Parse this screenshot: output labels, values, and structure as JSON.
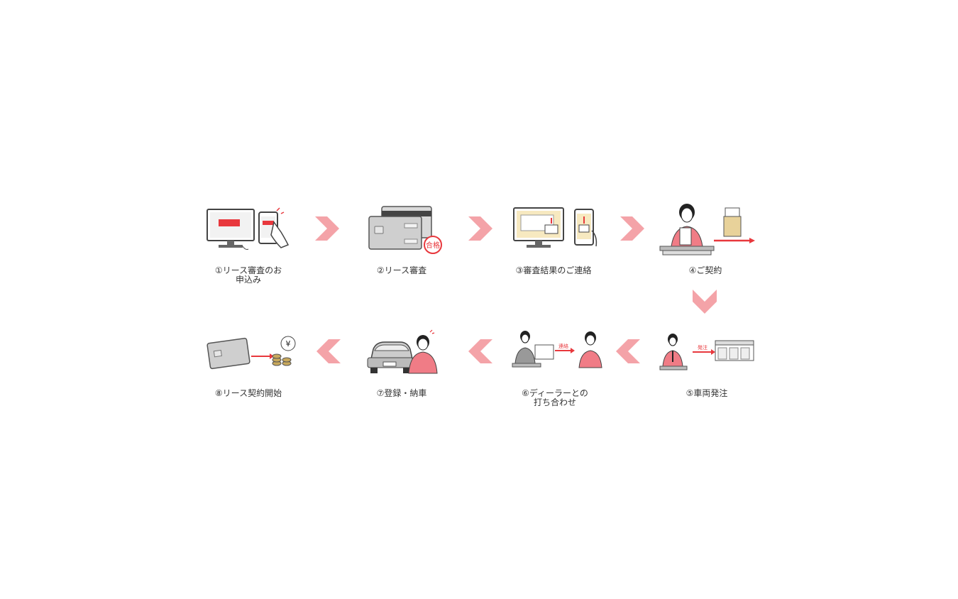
{
  "steps": [
    {
      "label": "①リース審査のお申込み",
      "illustration": "online-application-icon",
      "stamp_text": ""
    },
    {
      "label": "②リース審査",
      "illustration": "credit-card-approved-icon",
      "stamp_text": "合格"
    },
    {
      "label": "③審査結果のご連絡",
      "illustration": "email-notification-icon"
    },
    {
      "label": "④ご契約",
      "illustration": "contract-signing-icon"
    },
    {
      "label": "⑤車両発注",
      "illustration": "vehicle-order-icon",
      "tag_text": "発注"
    },
    {
      "label": "⑥ディーラーとの打ち合わせ",
      "illustration": "dealer-meeting-icon",
      "tag_text": "連絡"
    },
    {
      "label": "⑦登録・納車",
      "illustration": "car-delivery-icon"
    },
    {
      "label": "⑧リース契約開始",
      "illustration": "payment-start-icon",
      "yen_text": "¥"
    }
  ],
  "colors": {
    "accent": "#e8383d",
    "arrow": "#f4a3a8",
    "skin": "#ffffff",
    "shirt": "#f07c86",
    "gray": "#bfbfbf",
    "gold": "#c9a95c"
  }
}
